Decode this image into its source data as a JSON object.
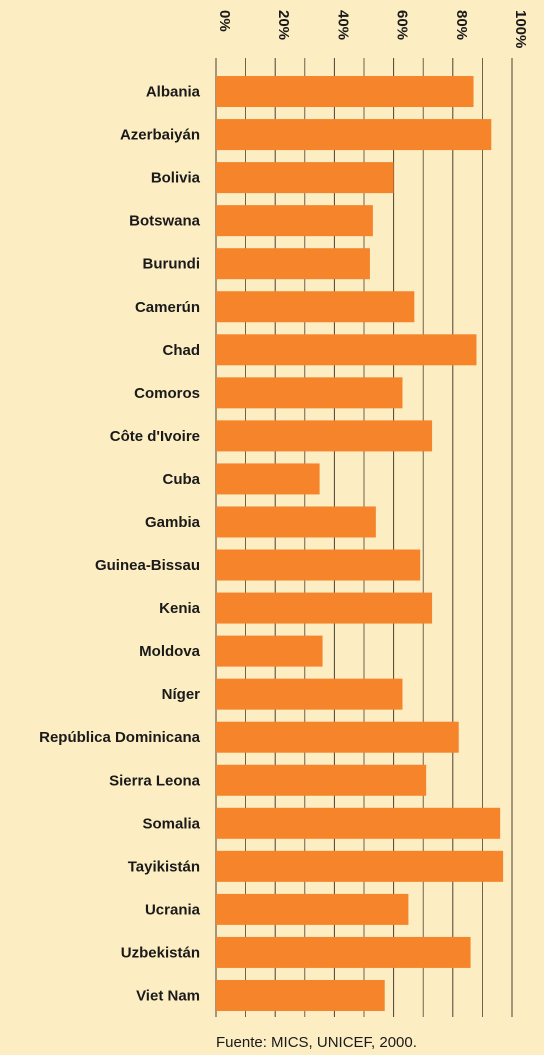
{
  "chart_data": {
    "type": "bar",
    "orientation": "horizontal",
    "categories": [
      "Albania",
      "Azerbaiyán",
      "Bolivia",
      "Botswana",
      "Burundi",
      "Camerún",
      "Chad",
      "Comoros",
      "Côte d'Ivoire",
      "Cuba",
      "Gambia",
      "Guinea-Bissau",
      "Kenia",
      "Moldova",
      "Níger",
      "República Dominicana",
      "Sierra Leona",
      "Somalia",
      "Tayikistán",
      "Ucrania",
      "Uzbekistán",
      "Viet Nam"
    ],
    "values": [
      87,
      93,
      60,
      53,
      52,
      67,
      88,
      63,
      73,
      35,
      54,
      69,
      73,
      36,
      63,
      82,
      71,
      96,
      97,
      65,
      86,
      57
    ],
    "xlim": [
      0,
      100
    ],
    "ticks": [
      0,
      20,
      40,
      60,
      80,
      100
    ],
    "tick_labels": [
      "0%",
      "20%",
      "40%",
      "60%",
      "80%",
      "100%"
    ],
    "x_axis_position": "top",
    "tick_label_rotation": "vertical",
    "grid": true,
    "minor_grid_step": 10,
    "title": "",
    "xlabel": "",
    "ylabel": "",
    "colors": {
      "bar": "#F5842A",
      "background": "#FCEDC3",
      "grid": "#4a4030",
      "text": "#1a1a1a"
    }
  },
  "source_note": "Fuente: MICS, UNICEF, 2000."
}
